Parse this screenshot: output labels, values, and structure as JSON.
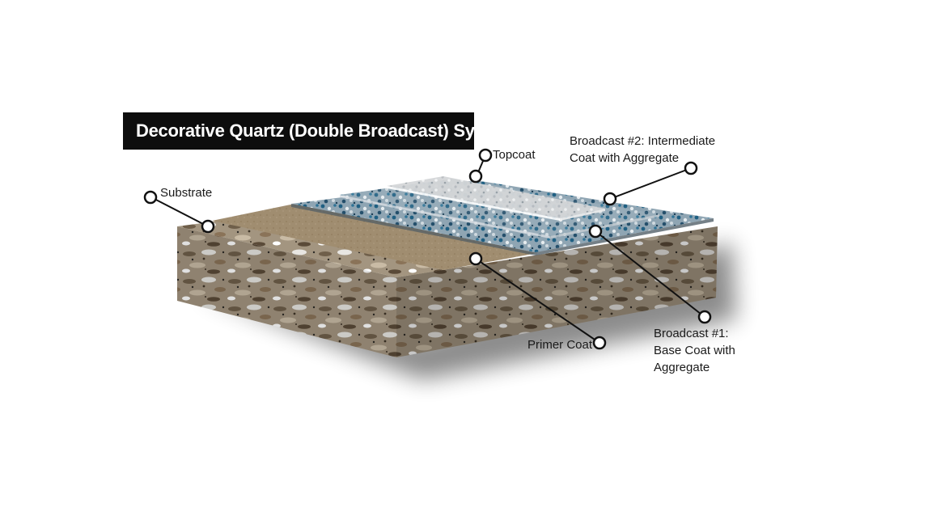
{
  "title": "Decorative Quartz (Double Broadcast) System",
  "labels": {
    "topcoat": "Topcoat",
    "broadcast2_line1": "Broadcast #2: Intermediate",
    "broadcast2_line2": "Coat with Aggregate",
    "substrate": "Substrate",
    "primer": "Primer Coat",
    "broadcast1_line1": "Broadcast #1:",
    "broadcast1_line2": "Base Coat with",
    "broadcast1_line3": "Aggregate"
  },
  "colors": {
    "concrete": "#a89a86",
    "primer": "#9a8566",
    "base_coat": "#5d7a8e",
    "aggregate_blue": "#2f6f8f",
    "topcoat": "#d8d8d8",
    "title_bg": "#0d0d0d"
  }
}
